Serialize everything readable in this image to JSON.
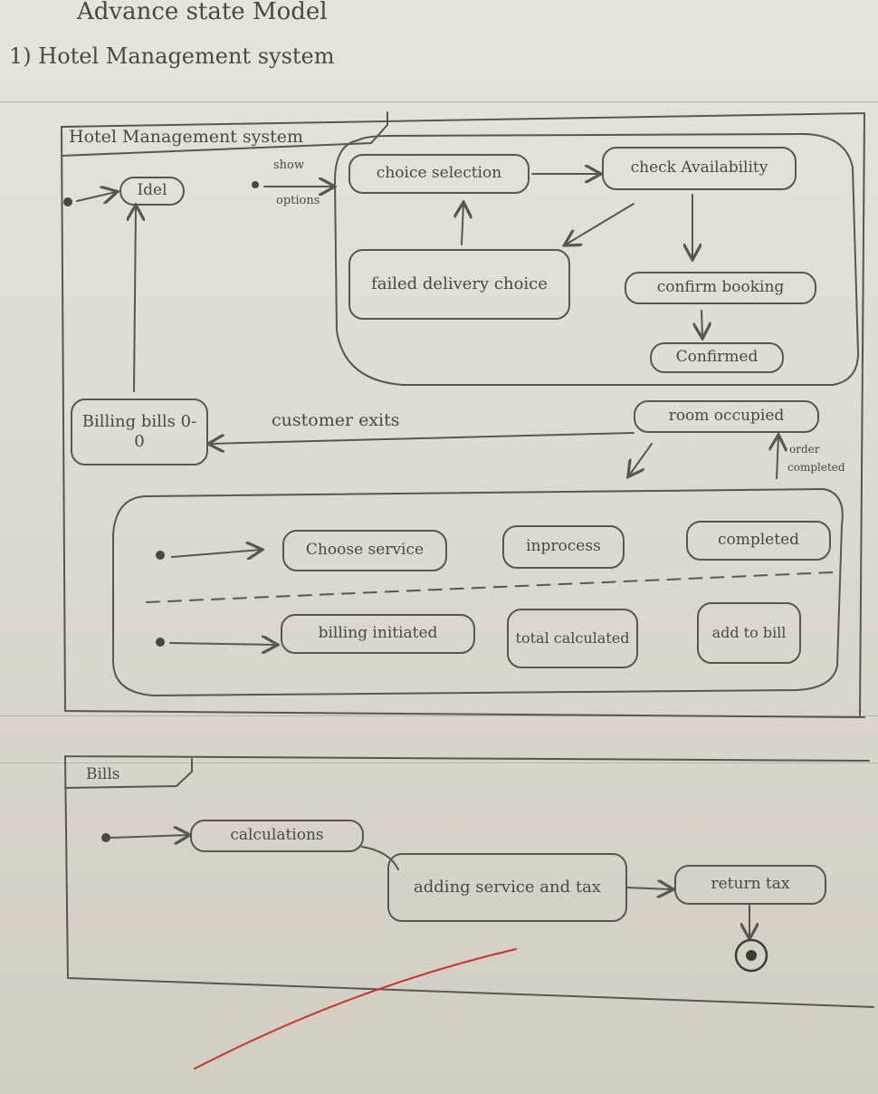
{
  "heading": {
    "line1": "Advance state Model",
    "line2": "1) Hotel Management system"
  },
  "frame1": {
    "tab_label": "Hotel Management system",
    "states": {
      "idle": "Idel",
      "choice_selection": "choice selection",
      "check_availability": "check Availability",
      "failed_delivery": "failed delivery choice",
      "confirm_booking": "confirm booking",
      "confirmed": "Confirmed",
      "room_occupied": "room occupied",
      "billing_bills": "Billing bills 0-0"
    },
    "labels": {
      "show_options_1": "show",
      "show_options_2": "options",
      "customer_exits": "customer exits",
      "order_completed_1": "order",
      "order_completed_2": "completed"
    },
    "regions": {
      "service": {
        "choose_service": "Choose service",
        "in_process": "inprocess",
        "completed": "completed"
      },
      "billing": {
        "billing_initiated": "billing initiated",
        "total_calculated": "total calculated",
        "add_to_bill": "add to bill"
      }
    }
  },
  "frame2": {
    "tab_label": "Bills",
    "states": {
      "calculations": "calculations",
      "adding_service": "adding service and tax",
      "return_tax": "return tax"
    }
  },
  "colors": {
    "pencil": "#5a564f",
    "red_pen": "#c0392b"
  }
}
